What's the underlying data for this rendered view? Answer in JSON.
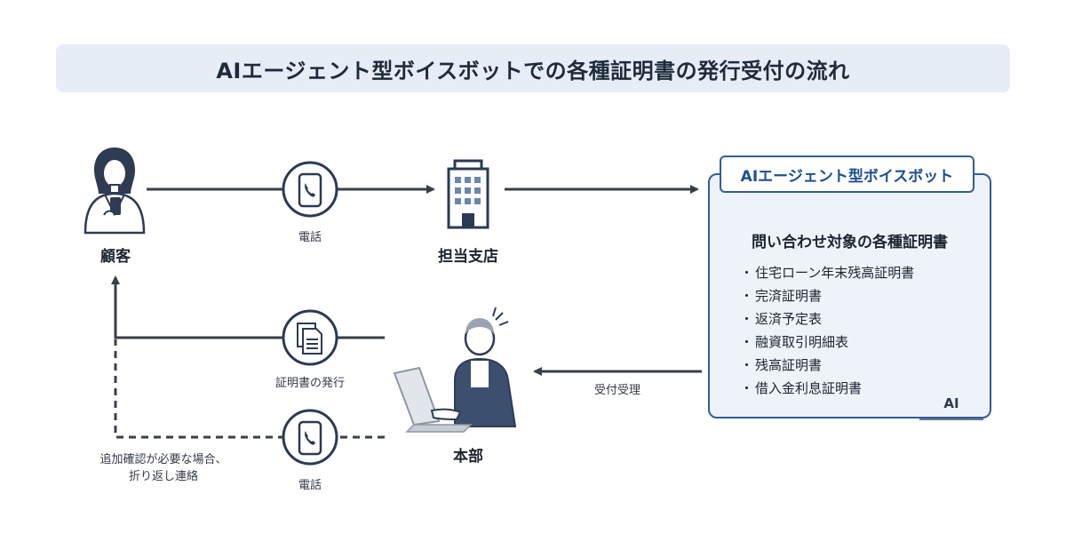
{
  "title": "AIエージェント型ボイスボットでの各種証明書の発行受付の流れ",
  "nodes": {
    "customer": "顧客",
    "branch": "担当支店",
    "hq": "本部"
  },
  "edges": {
    "phone_top": "電話",
    "issue": "証明書の発行",
    "phone_bottom": "電話",
    "accept": "受付受理"
  },
  "note": [
    "追加確認が必要な場合、",
    "折り返し連絡"
  ],
  "panel": {
    "tab": "AIエージェント型ボイスボット",
    "heading": "問い合わせ対象の各種証明書",
    "items": [
      "住宅ローン年末残高証明書",
      "完済証明書",
      "返済予定表",
      "融資取引明細表",
      "残高証明書",
      "借入金利息証明書"
    ],
    "robot_badge": "AI"
  },
  "colors": {
    "accent": "#2f5d9a",
    "panel_bg": "#eef3fa",
    "title_bg": "#e6edf6",
    "line": "#3a3f47",
    "icon_fill": "#2a3a55"
  }
}
